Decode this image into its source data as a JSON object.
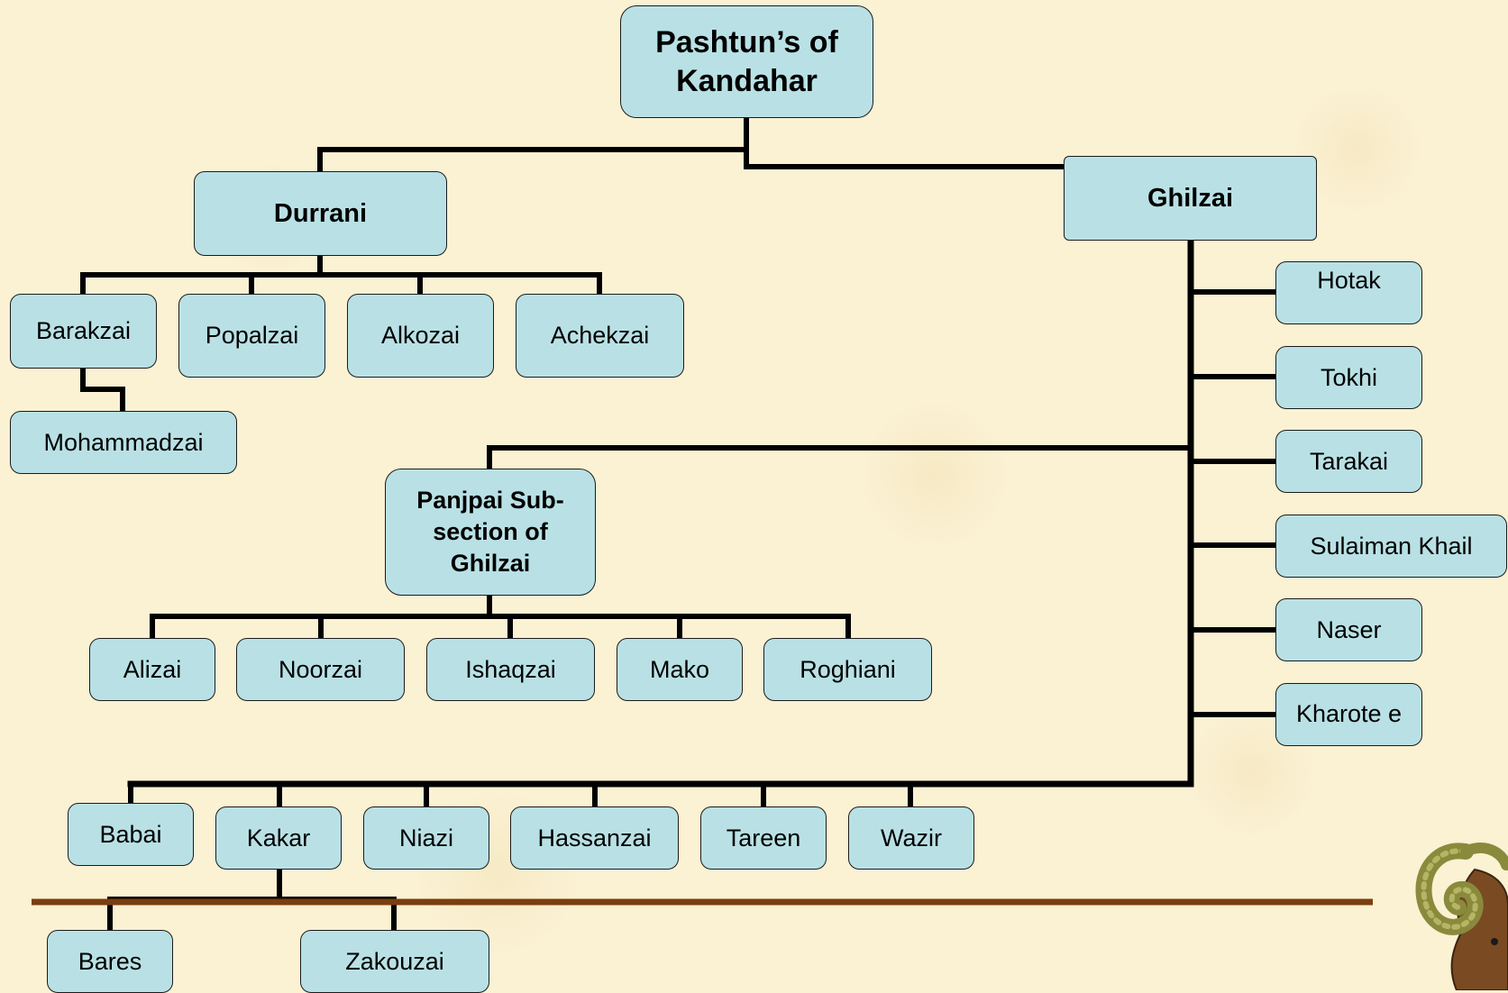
{
  "diagram": {
    "root": "Pashtun’s of Kandahar",
    "durrani": {
      "label": "Durrani",
      "children": [
        "Barakzai",
        "Popalzai",
        "Alkozai",
        "Achekzai"
      ],
      "barakzai_child": "Mohammadzai"
    },
    "ghilzai": {
      "label": "Ghilzai",
      "right_branch": [
        "Hotak",
        "Tokhi",
        "Tarakai",
        "Sulaiman Khail",
        "Naser",
        "Kharote e"
      ],
      "bottom_branch": [
        "Babai",
        "Kakar",
        "Niazi",
        "Hassanzai",
        "Tareen",
        "Wazir"
      ],
      "kakar_children": [
        "Bares",
        "Zakouzai"
      ]
    },
    "panjpai": {
      "label": "Panjpai Sub- section of Ghilzai",
      "children": [
        "Alizai",
        "Noorzai",
        "Ishaqzai",
        "Mako",
        "Roghiani"
      ]
    }
  },
  "colors": {
    "box_fill": "#b9e1e5",
    "line": "#000000",
    "divider": "#7a3e10",
    "background": "#fbf1d3"
  },
  "decoration": {
    "ram_icon": "ram-head-icon"
  }
}
